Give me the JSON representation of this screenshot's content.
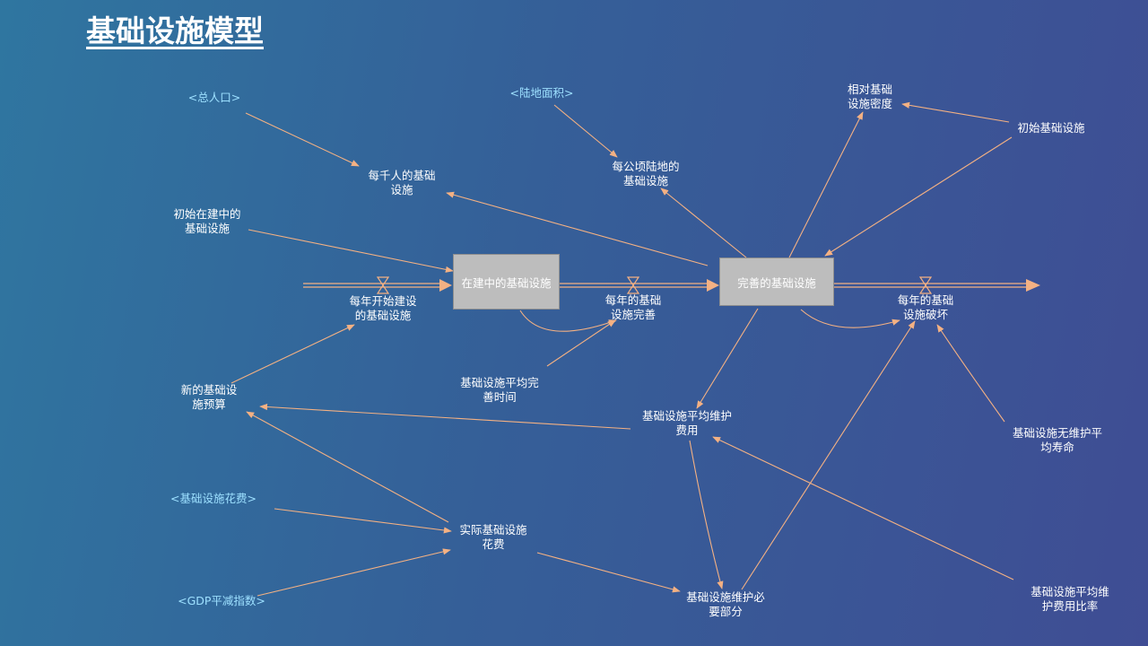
{
  "title": "基础设施模型",
  "stocks": [
    {
      "id": "s1",
      "label": "在建中的基础设施"
    },
    {
      "id": "s2",
      "label": "完善的基础设施"
    }
  ],
  "variables": [
    {
      "id": "v_pop",
      "label": "<总人口>",
      "shadow": true
    },
    {
      "id": "v_land",
      "label": "<陆地面积>",
      "shadow": true
    },
    {
      "id": "v_reldens",
      "label": "相对基础\n设施密度"
    },
    {
      "id": "v_initinfra",
      "label": "初始基础设施"
    },
    {
      "id": "v_perk",
      "label": "每千人的基础\n设施"
    },
    {
      "id": "v_perha",
      "label": "每公顷陆地的\n基础设施"
    },
    {
      "id": "v_initconst",
      "label": "初始在建中的\n基础设施"
    },
    {
      "id": "v_start",
      "label": "每年开始建设\n的基础设施"
    },
    {
      "id": "v_complete",
      "label": "每年的基础\n设施完善"
    },
    {
      "id": "v_decay",
      "label": "每年的基础\n设施破坏"
    },
    {
      "id": "v_avgtime",
      "label": "基础设施平均完\n善时间"
    },
    {
      "id": "v_budget",
      "label": "新的基础设\n施预算"
    },
    {
      "id": "v_avgmaint",
      "label": "基础设施平均维护\n费用"
    },
    {
      "id": "v_life",
      "label": "基础设施无维护平\n均寿命"
    },
    {
      "id": "v_cost",
      "label": "<基础设施花费>",
      "shadow": true
    },
    {
      "id": "v_actual",
      "label": "实际基础设施\n花费"
    },
    {
      "id": "v_gdp",
      "label": "<GDP平减指数>",
      "shadow": true
    },
    {
      "id": "v_maintreq",
      "label": "基础设施维护必\n要部分"
    },
    {
      "id": "v_ratio",
      "label": "基础设施平均维\n护费用比率"
    }
  ]
}
